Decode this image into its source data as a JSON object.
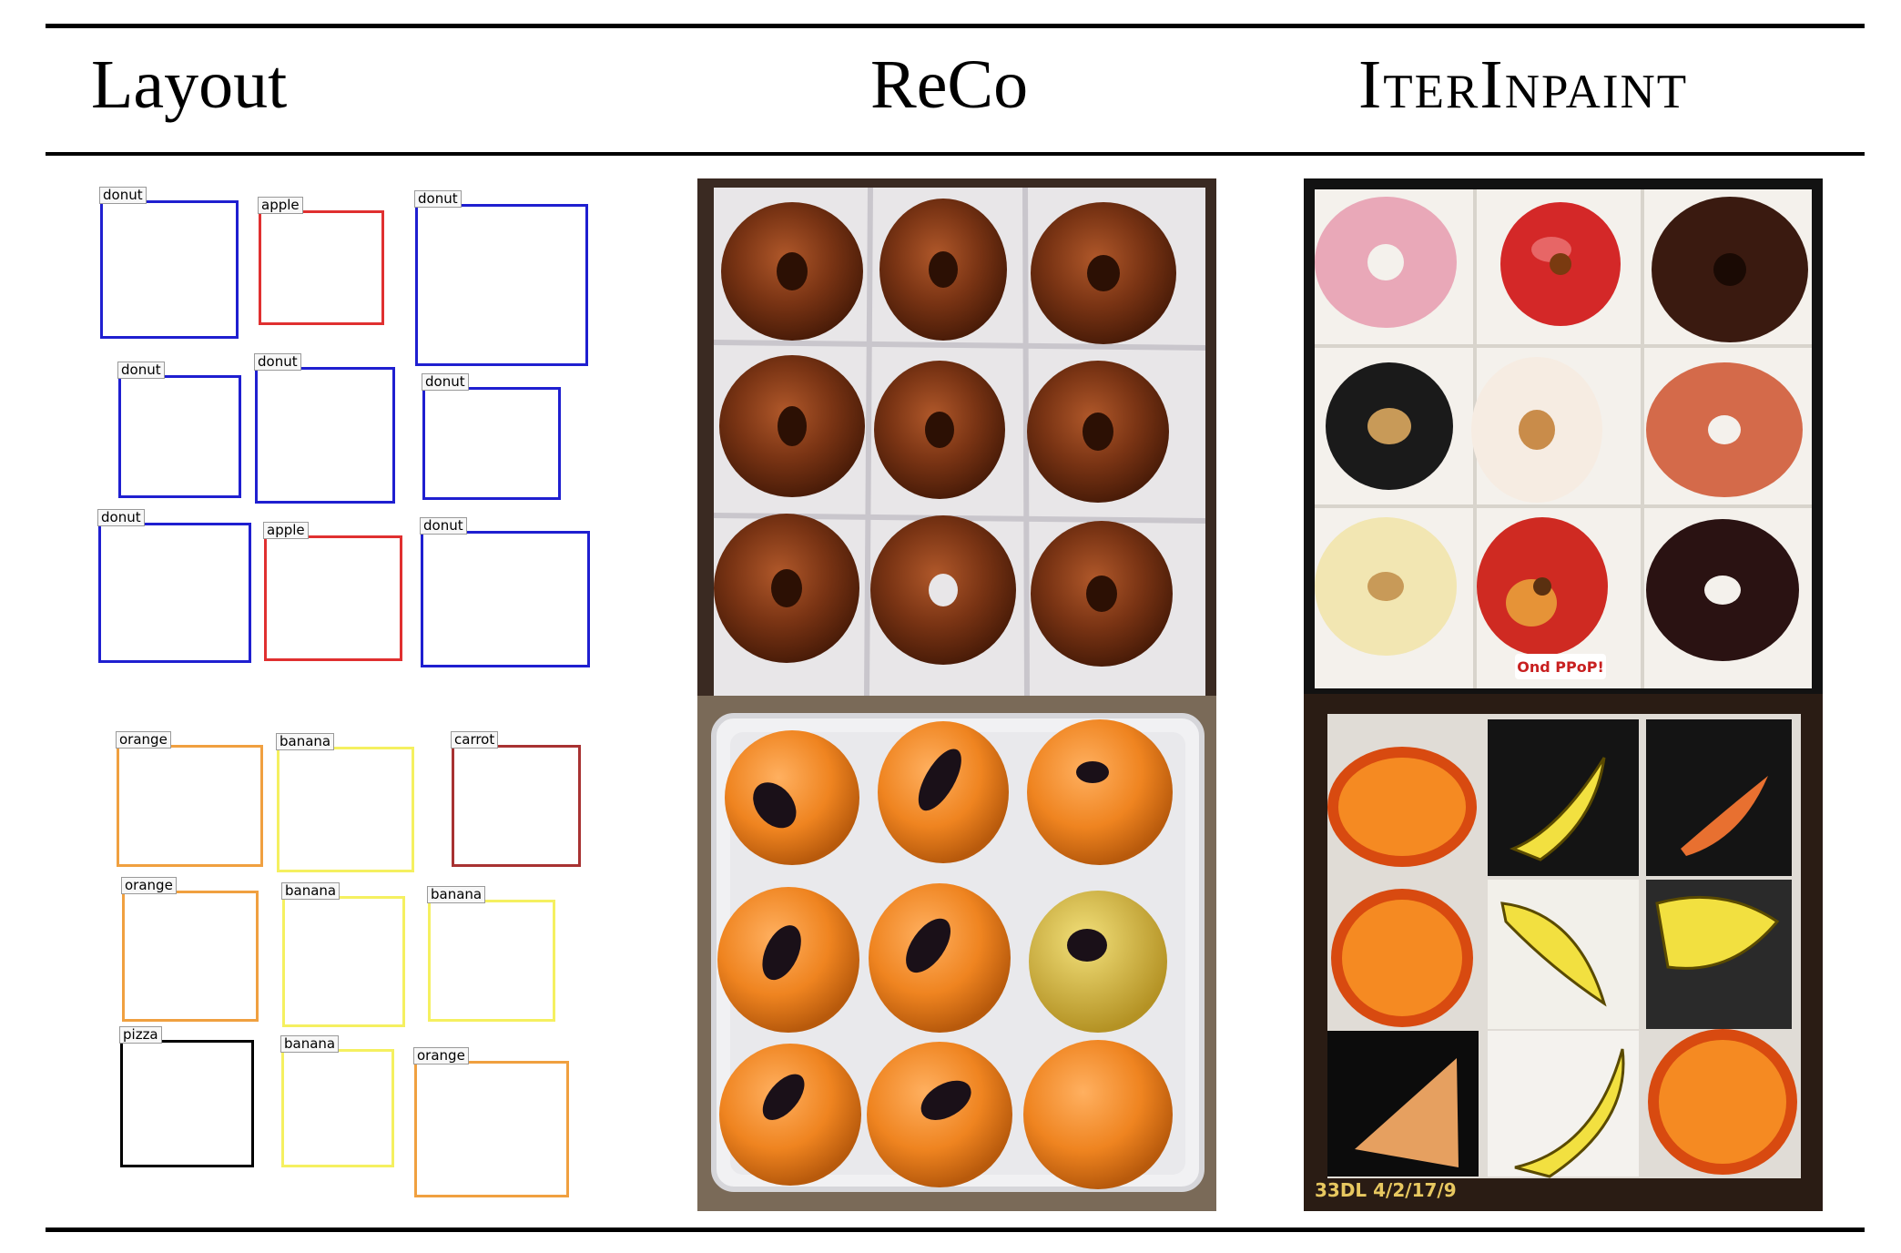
{
  "header": {
    "col1": "Layout",
    "col2": "ReCo",
    "col3": "IterInpaint"
  },
  "layouts": [
    {
      "boxes": [
        {
          "label": "donut",
          "color": "#1f1fd0"
        },
        {
          "label": "apple",
          "color": "#e03030"
        },
        {
          "label": "donut",
          "color": "#1f1fd0"
        },
        {
          "label": "donut",
          "color": "#1f1fd0"
        },
        {
          "label": "donut",
          "color": "#1f1fd0"
        },
        {
          "label": "donut",
          "color": "#1f1fd0"
        },
        {
          "label": "donut",
          "color": "#1f1fd0"
        },
        {
          "label": "apple",
          "color": "#e03030"
        },
        {
          "label": "donut",
          "color": "#1f1fd0"
        }
      ]
    },
    {
      "boxes": [
        {
          "label": "orange",
          "color": "#f0a040"
        },
        {
          "label": "banana",
          "color": "#f5f060"
        },
        {
          "label": "carrot",
          "color": "#a83232"
        },
        {
          "label": "orange",
          "color": "#f0a040"
        },
        {
          "label": "banana",
          "color": "#f5f060"
        },
        {
          "label": "banana",
          "color": "#f5f060"
        },
        {
          "label": "pizza",
          "color": "#000000"
        },
        {
          "label": "banana",
          "color": "#f5f060"
        },
        {
          "label": "orange",
          "color": "#f0a040"
        }
      ]
    }
  ],
  "image_text": {
    "iter_top_label": "Ond PPoP!",
    "iter_bottom_label": "33DL 4/2/17/9"
  }
}
